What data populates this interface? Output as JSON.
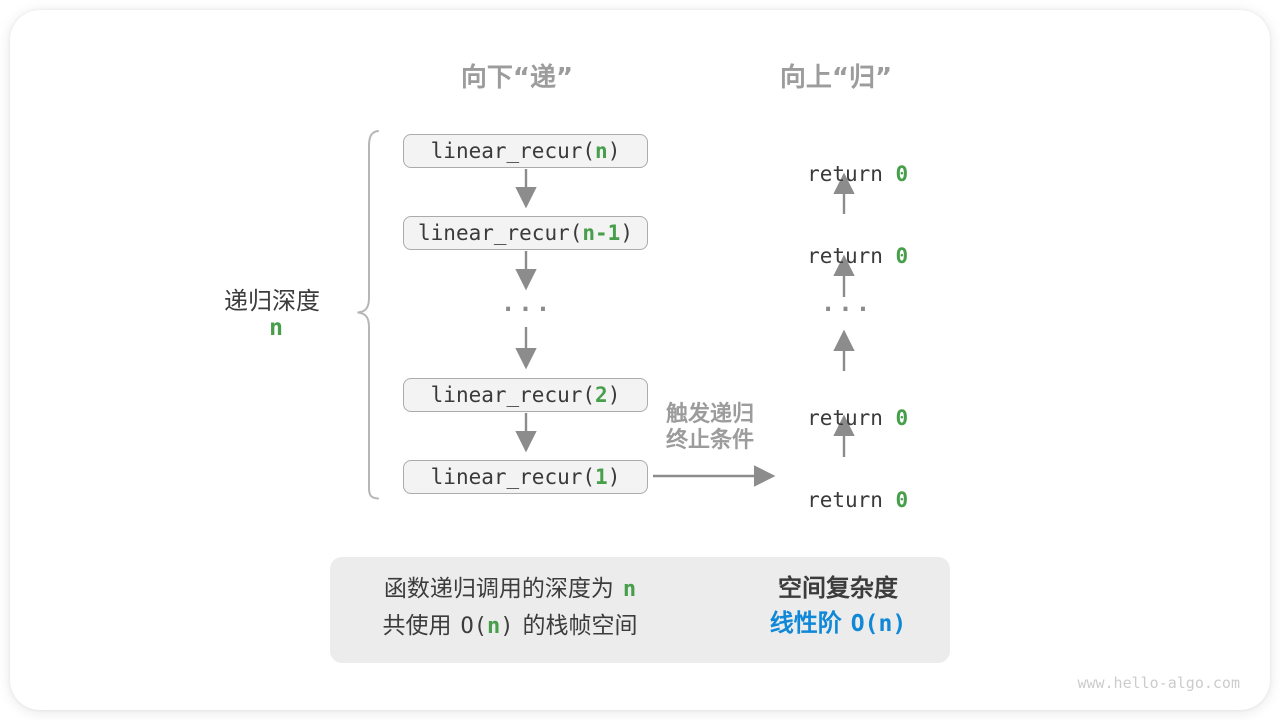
{
  "headers": {
    "down": "向下“递”",
    "up": "向上“归”"
  },
  "depth": {
    "label": "递归深度",
    "value": "n"
  },
  "call_stack": {
    "boxes": [
      {
        "prefix": "linear_recur(",
        "arg": "n",
        "suffix": ")"
      },
      {
        "prefix": "linear_recur(",
        "arg": "n-1",
        "suffix": ")"
      },
      {
        "prefix": "linear_recur(",
        "arg": "2",
        "suffix": ")"
      },
      {
        "prefix": "linear_recur(",
        "arg": "1",
        "suffix": ")"
      }
    ],
    "ellipsis": "..."
  },
  "returns": {
    "label": "return",
    "value": "0",
    "ellipsis": "..."
  },
  "annotation": {
    "line1": "触发递归",
    "line2": "终止条件"
  },
  "summary": {
    "line1_text": "函数递归调用的深度为",
    "line1_value": "n",
    "line2_prefix": "共使用",
    "line2_code_open": "O(",
    "line2_value": "n",
    "line2_code_close": ")",
    "line2_suffix": "的栈帧空间",
    "right_title": "空间复杂度",
    "right_value_label": "线性阶",
    "right_value_code": "O(n)"
  },
  "colors": {
    "green": "#479e4b",
    "blue": "#1088d8",
    "label_gray": "#9c9c9c",
    "arrow_gray": "#8c8c8c"
  },
  "watermark": "www.hello-algo.com"
}
